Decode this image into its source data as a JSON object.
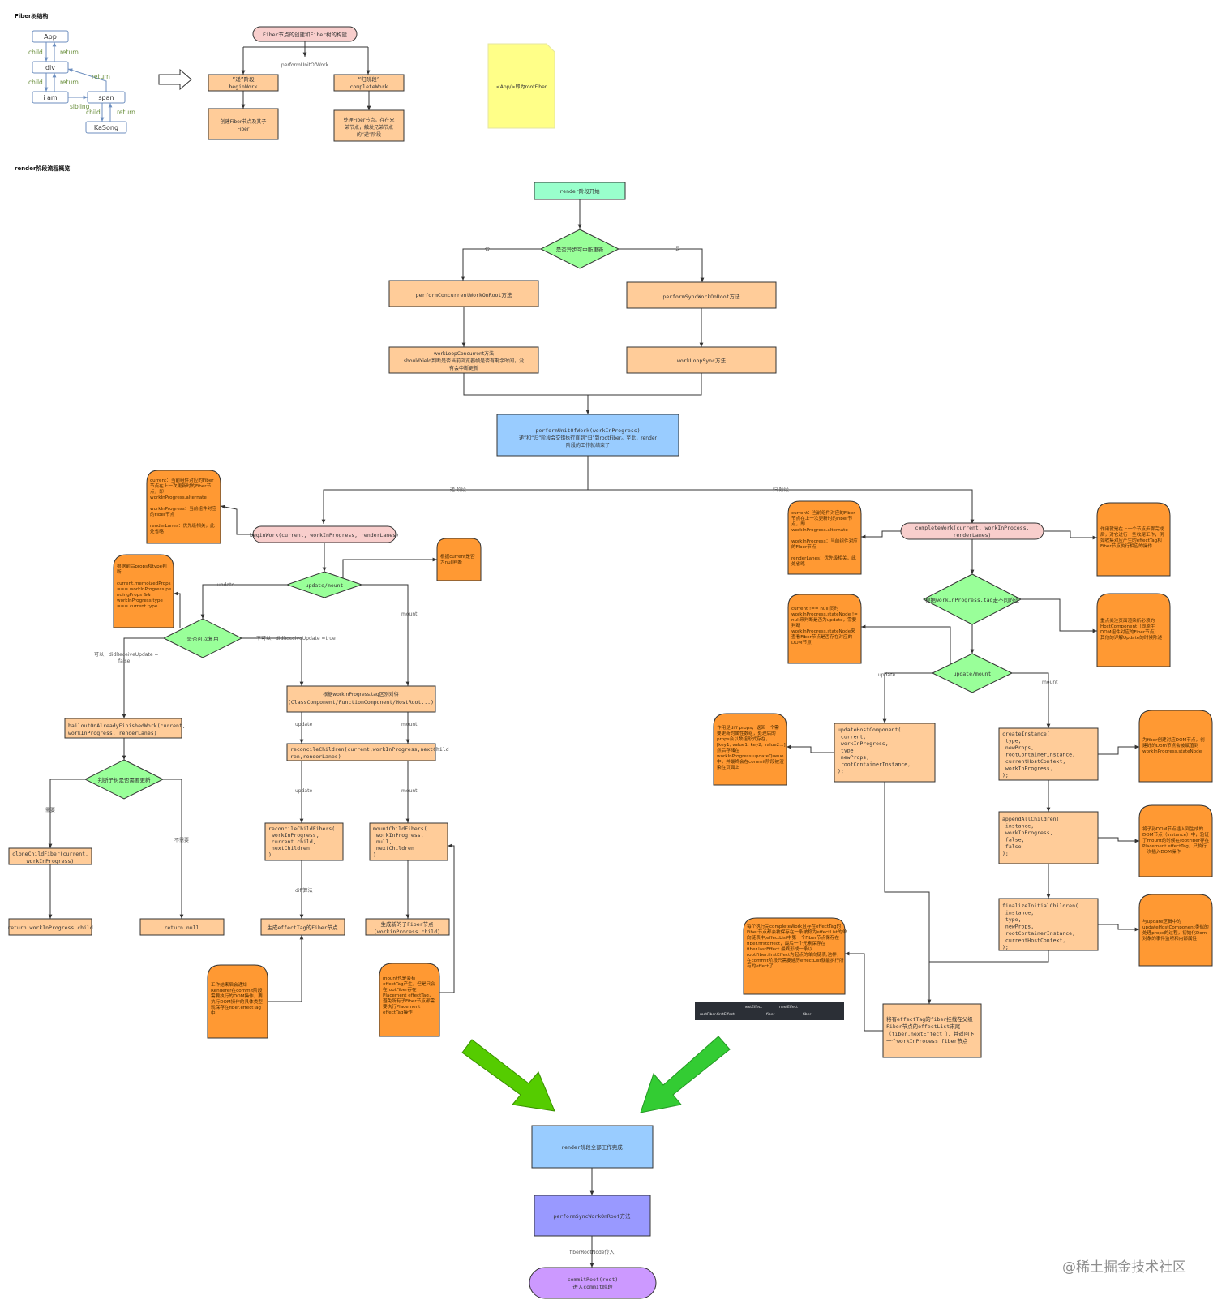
{
  "sections": {
    "fiber_tree": "Fiber树结构",
    "render_overview": "render阶段流程概览"
  },
  "fiber_tree": {
    "app": "App",
    "div": "div",
    "iam": "i am",
    "span": "span",
    "kasong": "KaSong",
    "child1": "child",
    "return1": "return",
    "child2": "child",
    "return2": "return",
    "return3": "return",
    "sibling": "sibling",
    "child3": "child",
    "return4": "return"
  },
  "top": {
    "title": "Fiber节点的创建和Fiber树的构建",
    "perform_unit": "performUnitOfWork",
    "begin_l1": "“递”阶段",
    "begin_l2": "beginWork",
    "complete_l1": "“归阶段”",
    "complete_l2": "completeWork",
    "create_l1": "创建Fiber节点及其子",
    "create_l2": "Fiber",
    "handle_l1": "处理Fiber节点，存在兄",
    "handle_l2": "弟节点，触发兄弟节点",
    "handle_l3": "的“递”阶段",
    "sticky": "<App/>即为rootFiber"
  },
  "main": {
    "start": "render阶段开始",
    "async_q": "是否异步可中断更新",
    "no": "否",
    "yes": "是",
    "concurrent": "performConcurrentWorkOnRoot方法",
    "sync": "performSyncWorkOnRoot方法",
    "loop_conc_l1": "workLoopConcurrent方法",
    "loop_conc_l2": "shouldYield判断是否当前浏览器帧是否有剩余时间，没",
    "loop_conc_l3": "有会中断更新",
    "loop_sync": "workLoopSync方法",
    "unit_l1": "performUnitOfWork(workInProgress)",
    "unit_l2": "递”和“归”阶段会交错执行直到“归”到rootFiber。至此，render",
    "unit_l3": "阶段的工作就结束了",
    "di_label": "递 阶段",
    "gui_label": "归 阶段"
  },
  "left": {
    "begin_work": "beginWork(current, workInProgress, renderLanes)",
    "note_current": [
      "current：当前组件对应的Fiber",
      "节点在上一次更新时的Fiber节",
      "点，即",
      "workInProgress.alternate",
      "",
      "workInProgress：当前组件对应",
      "的Fiber节点",
      "",
      "renderLanes：优先级相关，此",
      "处省略"
    ],
    "note_null": [
      "根据current是否",
      "为null判断"
    ],
    "update_mount": "update/mount",
    "update": "update",
    "mount": "mount",
    "note_props": [
      "根据前后props和type判",
      "断",
      "",
      "current.memoizedProps",
      "=== workInProgress.pe",
      "ndingProps && ",
      "workInProgress.type",
      "=== current.type"
    ],
    "reuse_q": "是否可以复用",
    "no_reuse": "不可以，didReceiveUpdate =true",
    "can_reuse_l1": "可以，didReceiveUpdate =",
    "can_reuse_l2": "false",
    "tag_l1": "根据workInProgress.tag区别对待",
    "tag_l2": "(ClassComponent/FunctionComponent/HostRoot...)",
    "bailout_l1": "bailoutOnAlreadyFinishedWork(current,",
    "bailout_l2": "workInProgress, renderLanes)",
    "subtree_q": "判断子树是否需要更新",
    "need": "需要",
    "no_need": "不需要",
    "clone_l1": "cloneChildFiber(current,",
    "clone_l2": "workInProgress)",
    "return_child": "return workInProgress.child",
    "return_null": "return null",
    "reconcile_l1": "reconcileChildren(current,workInProgress,nextChild",
    "reconcile_l2": "ren,renderLanes)",
    "upd2": "update",
    "mnt2": "mount",
    "upd3": "update",
    "mnt3": "mount",
    "reconcile_fn": [
      "reconcileChildFibers(",
      "  workInProgress,",
      "  current.child,",
      "  nextChildren",
      ")"
    ],
    "mount_fn": [
      "mountChildFibers(",
      "  workInProgress,",
      "  null,",
      "  nextChildren",
      ")"
    ],
    "diff": "diff算法",
    "gen_tag": "生成effectTag的Fiber节点",
    "gen_new_l1": "生成新的子Fiber节点",
    "gen_new_l2": "(workinProcess.child)",
    "note_renderer": [
      "工作结束后会通知",
      "Renderer在commit阶段",
      "需要执行的DOM操作，要",
      "执行DOM操作的具体类型",
      "就保存在fiber.effectTag",
      "中"
    ],
    "note_mount": [
      "mount也是会有",
      "effectTag产生，但是只会",
      "在rootFiber存在",
      "Placement effectTag，",
      "避免所有子Fiber节点都需",
      "要执行Placement",
      "effectTag操作"
    ]
  },
  "right": {
    "complete_l1": "completeWork(current, workInProcess,",
    "complete_l2": "renderLanes)",
    "note_current": [
      "current：当前组件对应的Fiber",
      "节点在上一次更新时的Fiber节",
      "点，即",
      "workInProgress.alternate",
      "",
      "workInProgress：当前组件对应",
      "的Fiber节点",
      "",
      "renderLanes：优先级相关，此",
      "处省略"
    ],
    "note_role": [
      "作用就是在上一个节点步骤完成",
      "后，对它进行一些收尾工作，例",
      "如收集对应产生的effectTag和",
      "Fiber节点执行相应的操作"
    ],
    "tag_q": "根据workInProgress.tag走不同的逻",
    "note_host": [
      "重点关注页面渲染所必须的",
      "HostComponent（即原生",
      "DOM组件对应的Fiber节点）",
      "其他的详解Update的时候陈述"
    ],
    "note_statenode": [
      "current !== null 同时",
      "workInProgress.stateNode !=",
      "null来判断是否为update，需要",
      "判断",
      "workInProgress.stateNode来",
      "查看Fiber节点是否存在对应的",
      "DOM节点"
    ],
    "update_mount": "update/mount",
    "update": "update",
    "mount": "mount",
    "note_diff": [
      "作用是diff props，返回一个需",
      "要更新的属性数组，处理后的",
      "props会以数组形式存在，",
      "[key1, value1, key2, value2...]",
      "然后存储在",
      "workInProgress.updateQueue",
      "中，并最终会在commit阶段被渲",
      "染在页面上"
    ],
    "update_host": [
      "updateHostComponent(",
      "  current,",
      "  workInProgress,",
      "  type,",
      "  newProps,",
      "  rootContainerInstance,",
      ");"
    ],
    "create_inst": [
      "createInstance(",
      "  type,",
      "  newProps,",
      "  rootContainerInstance,",
      "  currentHostContext,",
      "  workInProgress,",
      ");"
    ],
    "note_dom": [
      "为fiber创建对应DOM节点，创",
      "建好的Dom节点会被赋值到",
      "workInProgress.stateNode"
    ],
    "append_all": [
      "appendAllChildren(",
      "  instance,",
      "  workInProgress,",
      "  false,",
      "  false",
      ");"
    ],
    "note_append": [
      "将子孙DOM节点插入到生成的",
      "DOM节点（instance）中，验证",
      "了mount的时候在rootFiber存在",
      "Placement effectTag，只执行",
      "一次插入DOM操作"
    ],
    "finalize": [
      "finalizeInitialChildren(",
      "  instance,",
      "  type,",
      "  newProps,",
      "  rootContainerInstance,",
      "  currentHostContext,",
      ");"
    ],
    "note_finalize": [
      "与update逻辑中的",
      "updateHostComponent类似的",
      "处理props的过程，初始化Dom",
      "对象的事件监听和内部属性"
    ],
    "note_effect": [
      "每个执行完completeWork且存在effectTag的",
      "Fiber节点都会被保存在一条被称为effectList的单",
      "向链表中,effectList中第一个Fiber节点保存在",
      "fiber.firstEffect，最后一个元素保存在",
      "fiber.lastEffect.最终形成一条以",
      "rootFiber.firstEffect为起点的单向链表,这样，",
      "在commit阶段只需要遍历effectList就能执行所",
      "有的effect了"
    ],
    "list_top1": "nextEffect",
    "list_top2": "nextEffect",
    "list_l1": "rootFiber.firstEffect",
    "list_l2": "fiber",
    "list_l3": "fiber",
    "mount_effect": [
      "将有effectTag的fiber挂载在父级",
      "Fiber节点的effectList末尾",
      "（fiber.nextEffect ），并返回下",
      "一个workInProcess fiber节点"
    ]
  },
  "bottom": {
    "done": "render阶段全部工作完成",
    "sync_root": "performSyncWorkOnRoot方法",
    "passed": "fiberRootNode传入",
    "commit_l1": "commitRoot(root)",
    "commit_l2": "进入commit阶段"
  },
  "watermark": "@稀土掘金技术社区",
  "colors": {
    "orange": "#ffcc99",
    "pink": "#f8cecc",
    "green": "#99ff99",
    "mint": "#99ffcc",
    "blue": "#99ccff",
    "purple": "#9999ff",
    "violet": "#cc99ff",
    "note": "#ff9933",
    "sticky": "#ffff88",
    "arrow_green": "#55cc00",
    "tree_node": "#6c8ebf"
  }
}
